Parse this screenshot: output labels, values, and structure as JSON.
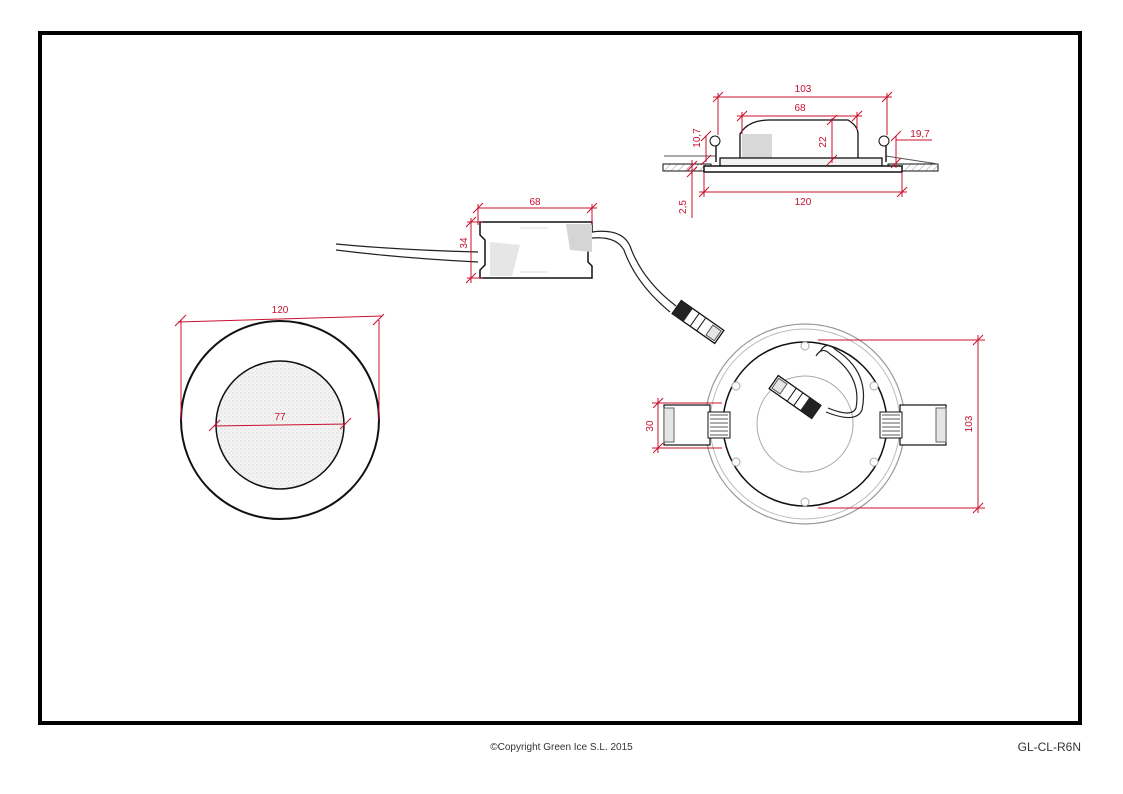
{
  "dimensions": {
    "front_outer_diameter": "120",
    "front_inner_diameter": "77",
    "driver_length": "68",
    "driver_width": "34",
    "side_total_width": "120",
    "side_top_width": "103",
    "side_driver_length": "68",
    "side_driver_height": "22",
    "side_spring_height": "10,7",
    "side_ceiling_offset": "19,7",
    "side_flange_thickness": "2,5",
    "back_cutout": "103",
    "back_clip_width": "30"
  },
  "footer": {
    "copyright": "©Copyright Green Ice S.L. 2015",
    "product_code": "GL-CL-R6N"
  },
  "colors": {
    "dimension": "#c8102e",
    "line": "#111111",
    "light_line": "#9a9a9a"
  }
}
